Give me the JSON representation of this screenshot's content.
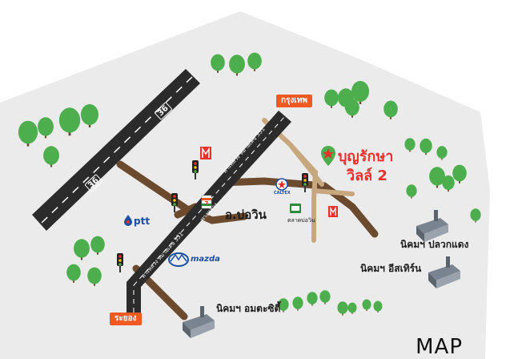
{
  "map": {
    "title": "MAP",
    "project_name_line1": "บุญรักษา",
    "project_name_line2": "วิลล์ 2",
    "direction_bangkok": "กรุงเทพ",
    "direction_rayong": "ระยอง",
    "district": "อ.บ่อวิน",
    "highway_number_top": "36",
    "highway_number_bottom": "36",
    "road_label_331_top": "ทางหลวง หมายเลข 331",
    "road_label_331_bottom": "ทางหลวง หมายเลข 331",
    "road_label_small": "ทางหลวง",
    "market_label": "ตลาดบ่อวิน",
    "estate_pluak_daeng": "นิคมฯ ปลวกแดง",
    "estate_eastern": "นิคมฯ อีสเทิร์น",
    "estate_amata": "นิคมฯ อมตะซิตี้",
    "brand_ptt": "ptt",
    "brand_mazda": "mazda",
    "brand_caltex": "CALTEX",
    "colors": {
      "accent_orange": "#f05a22",
      "road_dark": "#2b2b2b",
      "road_brown": "#6b4a2e",
      "road_tan": "#c7a77e",
      "tree_green": "#4cae4c",
      "area_grey": "#ebebeb",
      "project_red": "#e8312c"
    },
    "icons": [
      "tree-icon",
      "traffic-light-icon",
      "factory-icon",
      "location-pin-icon",
      "7-eleven-icon",
      "caltex-icon",
      "ptt-icon",
      "mazda-icon",
      "makro-icon",
      "market-icon"
    ]
  }
}
